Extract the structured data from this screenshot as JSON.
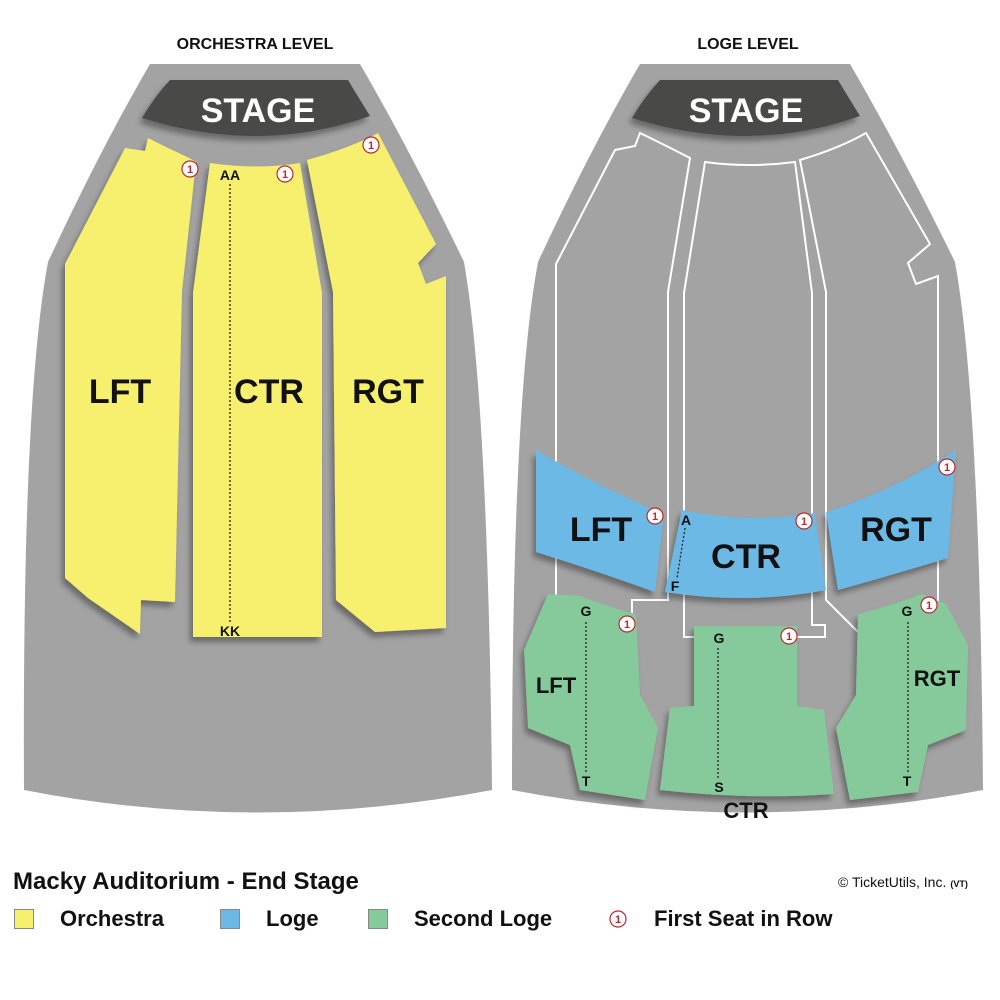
{
  "levels": {
    "orchestra": {
      "title": "ORCHESTRA LEVEL",
      "stage": "STAGE",
      "sections": {
        "left": "LFT",
        "center": "CTR",
        "right": "RGT"
      },
      "rows": {
        "center_first": "AA",
        "center_last": "KK"
      }
    },
    "loge": {
      "title": "LOGE LEVEL",
      "stage": "STAGE",
      "loge_sections": {
        "left": "LFT",
        "center": "CTR",
        "right": "RGT"
      },
      "loge_rows": {
        "center_first": "A",
        "center_last": "F"
      },
      "second_loge_sections": {
        "left": "LFT",
        "center": "CTR",
        "right": "RGT"
      },
      "second_loge_rows": {
        "left_first": "G",
        "left_last": "T",
        "center_first": "G",
        "center_last": "S",
        "right_first": "G",
        "right_last": "T"
      }
    }
  },
  "first_seat_glyph": "1",
  "venue_title": "Macky Auditorium - End Stage",
  "copyright": "© TicketUtils, Inc.",
  "copyright_code": "(VT)",
  "legend": [
    {
      "label": "Orchestra",
      "color": "#f6f06e"
    },
    {
      "label": "Loge",
      "color": "#6cb9e6"
    },
    {
      "label": "Second Loge",
      "color": "#86c99b"
    },
    {
      "label": "First Seat in Row",
      "icon": "first-seat-icon"
    }
  ],
  "colors": {
    "floor": "#a3a3a3",
    "stage": "#4a4846",
    "orchestra": "#f6f06e",
    "loge": "#6cb9e6",
    "second_loge": "#86c99b",
    "first_seat_marker": "#c0272d"
  }
}
